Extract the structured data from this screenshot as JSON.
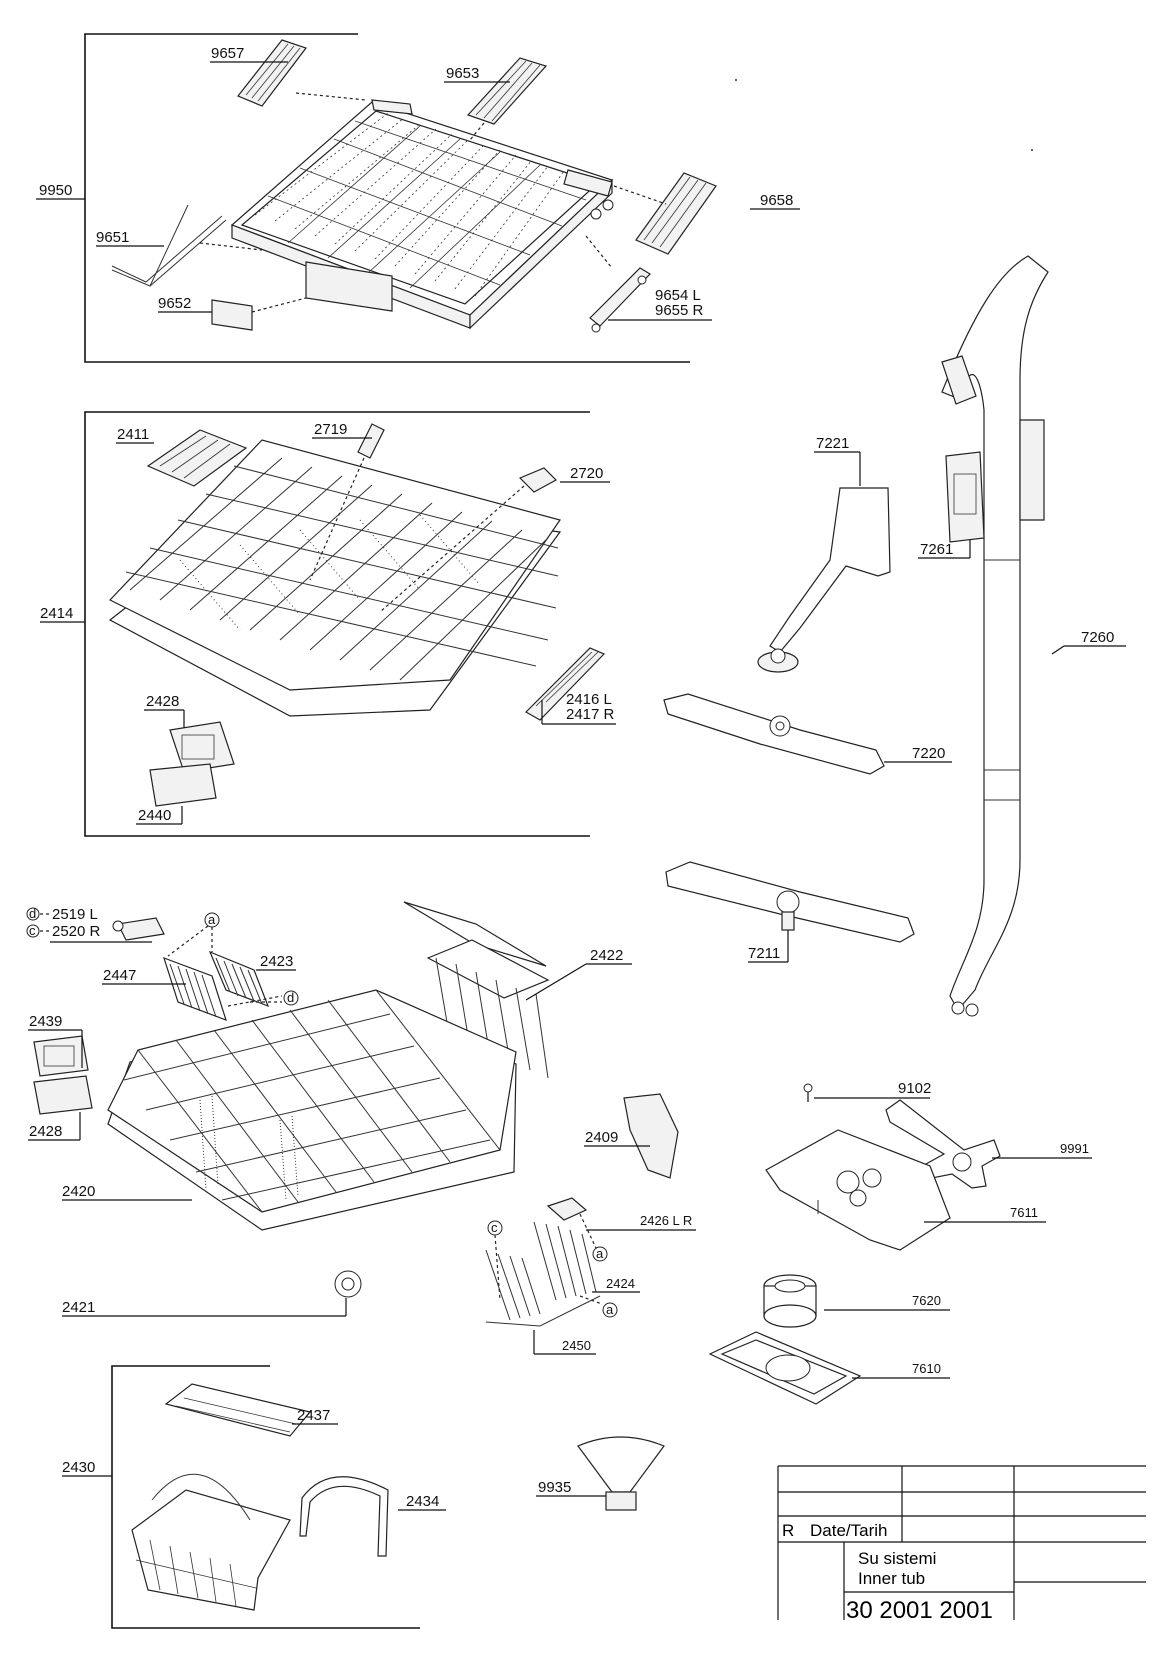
{
  "diagram": {
    "callouts": {
      "c9950": "9950",
      "c9657": "9657",
      "c9653": "9653",
      "c9658": "9658",
      "c9651": "9651",
      "c9652": "9652",
      "c9654": "9654 L",
      "c9655": "9655 R",
      "c2411": "2411",
      "c2719": "2719",
      "c2720": "2720",
      "c2414": "2414",
      "c2428a": "2428",
      "c2440": "2440",
      "c2416": "2416 L",
      "c2417": "2417 R",
      "c7221": "7221",
      "c7261": "7261",
      "c7260": "7260",
      "c7220": "7220",
      "c7211": "7211",
      "c2519": "2519 L",
      "c2520": "2520 R",
      "c2423": "2423",
      "c2447": "2447",
      "c2422": "2422",
      "c2439": "2439",
      "c2428b": "2428",
      "c2409": "2409",
      "c2420": "2420",
      "c2426": "2426 L R",
      "c2424": "2424",
      "c2421": "2421",
      "c2450": "2450",
      "c9102": "9102",
      "c9991": "9991",
      "c7611": "7611",
      "c7620": "7620",
      "c7610": "7610",
      "c2437": "2437",
      "c2430": "2430",
      "c2434": "2434",
      "c9935": "9935",
      "marker_a": "a",
      "marker_c": "c",
      "marker_d": "d"
    },
    "title_block": {
      "rev": "R",
      "date_label": "Date/Tarih",
      "title_tr": "Su sistemi",
      "title_en": "Inner tub",
      "drawing_number": "30 2001 2001"
    }
  }
}
